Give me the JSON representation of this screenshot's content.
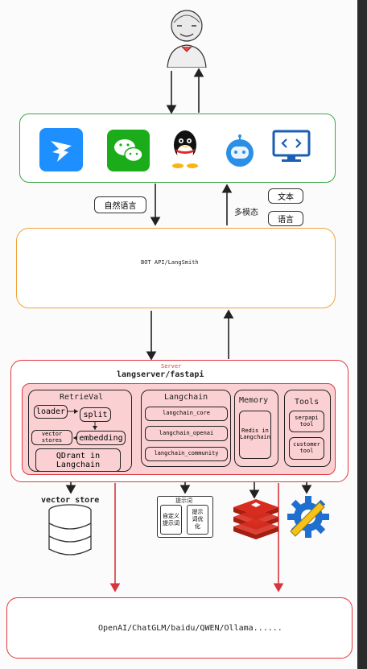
{
  "channels": [
    "dingtalk-icon",
    "wechat-icon",
    "qq-icon",
    "bot-icon",
    "code-monitor-icon"
  ],
  "labels": {
    "natural_language": "自然语言",
    "multimodal": "多模态",
    "text": "文本",
    "voice": "语言"
  },
  "bot_api": "BOT API/LangSmith",
  "server": {
    "tag": "Server",
    "title": "langserver/fastapi",
    "retrieval": {
      "title": "RetrieVal",
      "loader": "loader",
      "split": "split",
      "vector_stores": "vector stores",
      "embedding": "embedding",
      "qdrant": "QDrant in Langchain"
    },
    "langchain": {
      "title": "Langchain",
      "items": [
        "langchain_core",
        "langchain_openai",
        "langchain_community"
      ]
    },
    "memory": {
      "title": "Memory",
      "redis": "Redis in Langchain"
    },
    "tools": {
      "title": "Tools",
      "serpapi": "serpapi tool",
      "customer": "customer tool"
    }
  },
  "vector_store": "vector store",
  "prompt": {
    "title": "提示词",
    "custom": "自定义提示词",
    "optimize": "提示词优化"
  },
  "llm": "OpenAI/ChatGLM/baidu/QWEN/Ollama......",
  "colors": {
    "green": "#3aa843",
    "orange": "#f2a23a",
    "red": "#e2373f",
    "pink": "#fbd0d3",
    "bg": "#fbfbfb"
  }
}
